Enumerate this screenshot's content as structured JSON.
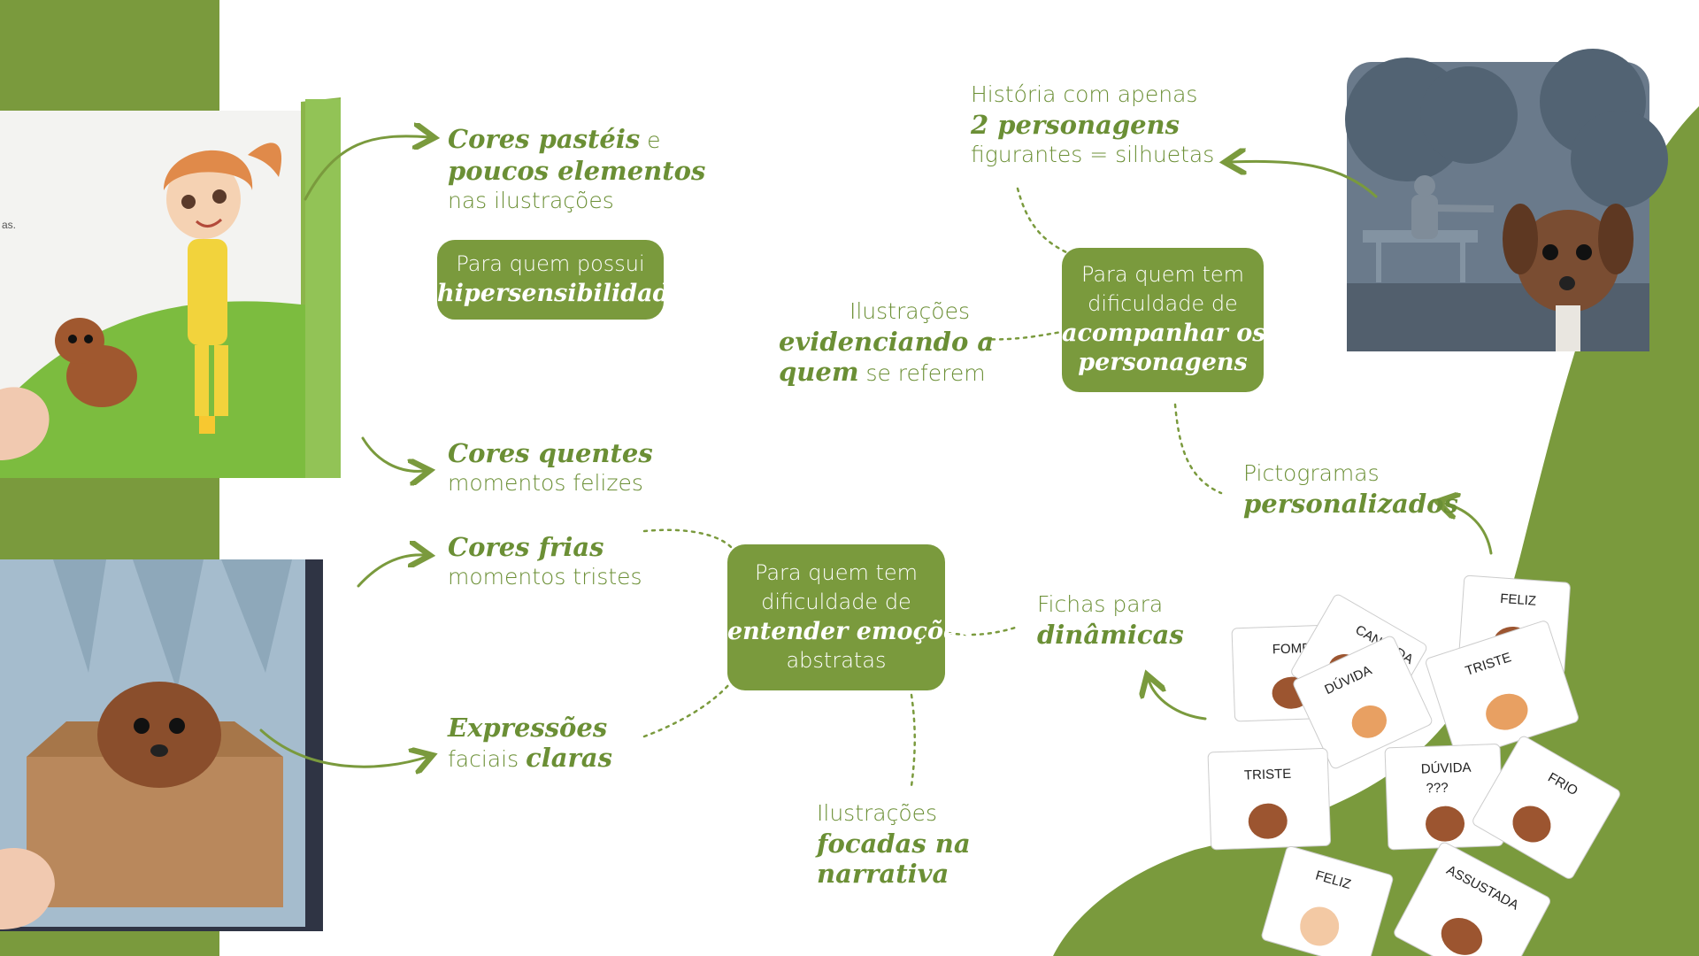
{
  "colors": {
    "accent": "#7a9a3d",
    "text": "#6b8f35",
    "white": "#ffffff"
  },
  "labels": {
    "cores_pasteis": {
      "bold1": "Cores pastéis",
      "rest1": " e",
      "bold2": "poucos elementos",
      "line3": "nas ilustrações"
    },
    "cores_quentes": {
      "bold": "Cores quentes",
      "line2": "momentos felizes"
    },
    "cores_frias": {
      "bold": "Cores frias",
      "line2": "momentos tristes"
    },
    "expressoes": {
      "bold1": "Expressões",
      "line2a": "faciais ",
      "line2b": "claras"
    },
    "historia": {
      "line1": "História com apenas",
      "bold": "2 personagens",
      "line3": "figurantes  = silhuetas"
    },
    "ilustracoes_evid": {
      "line1": "Ilustrações",
      "bold1": "evidenciando a",
      "bold2": "quem",
      "rest": " se referem"
    },
    "pictogramas": {
      "line1": "Pictogramas",
      "bold": "personalizados"
    },
    "fichas": {
      "line1": "Fichas para",
      "bold": "dinâmicas"
    },
    "ilustracoes_focadas": {
      "line1": "Ilustrações",
      "bold1": "focadas na",
      "bold2": "narrativa"
    }
  },
  "pills": {
    "hiper": {
      "line1": "Para quem possui",
      "bold": "hipersensibilidade"
    },
    "acompanhar": {
      "line1": "Para quem tem",
      "line2": "dificuldade de",
      "bold1": "acompanhar os",
      "bold2": "personagens"
    },
    "emocoes": {
      "line1": "Para quem tem",
      "line2": "dificuldade de",
      "bold": "entender emoções",
      "line4": "abstratas"
    }
  },
  "book_text": "as.",
  "cards": [
    "FOME",
    "CANSADA",
    "FELIZ",
    "DÚVIDA",
    "TRISTE",
    "TRISTE",
    "DÚVIDA",
    "FRIO",
    "FELIZ",
    "ASSUSTADA"
  ],
  "question_marks": "???"
}
